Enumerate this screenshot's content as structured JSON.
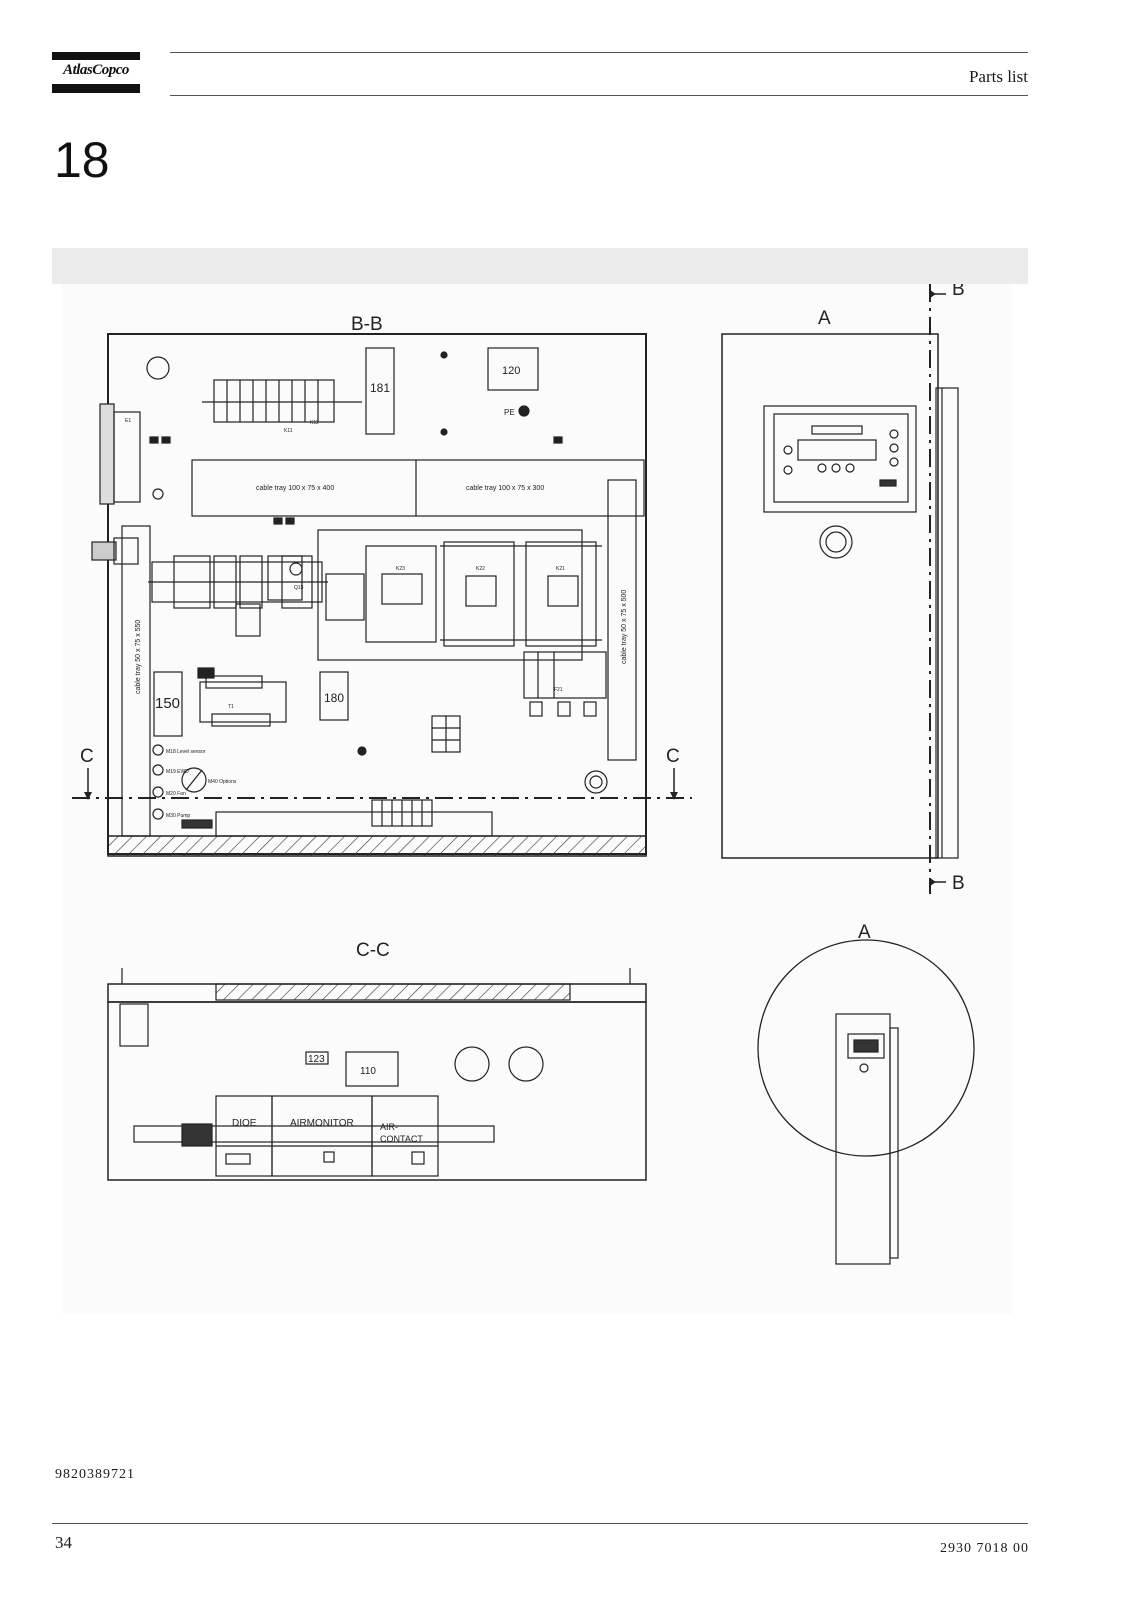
{
  "header": {
    "brand": "AtlasCopco",
    "section_title": "Parts list"
  },
  "chapter_number": "18",
  "drawing": {
    "view_bb": {
      "label": "B-B",
      "parts": {
        "p181": "181",
        "p120": "120",
        "p150": "150",
        "p180": "180",
        "pe": "PE",
        "k23": "K23",
        "k22": "K22",
        "k21": "K21",
        "f21": "F21",
        "t1": "T1",
        "e1": "E1",
        "k11": "K11",
        "k12": "K12",
        "q15": "Q15"
      },
      "cable_tray_left_top": "cable tray 100 x 75 x 400",
      "cable_tray_right_top": "cable tray 100 x 75 x 300",
      "cable_tray_left_vertical": "cable tray 50 x 75 x 550",
      "cable_tray_right_vertical": "cable tray 50 x 75 x 500",
      "legend_m18": "M18 Level sensor",
      "legend_m19": "M19 EWD",
      "legend_m40": "M40 Options",
      "legend_m20": "M20 Fan",
      "legend_m30": "M30 Pump"
    },
    "view_a": {
      "label": "A",
      "marker_b": "B"
    },
    "section_marker_c": "C",
    "view_cc": {
      "label": "C-C",
      "p123": "123",
      "p110": "110",
      "dioe": "DIOE",
      "airmonitor": "AIRMONITOR",
      "aircontact_1": "AIR-",
      "aircontact_2": "CONTACT"
    },
    "detail_a": {
      "label": "A"
    }
  },
  "footer": {
    "doc_number": "9820389721",
    "page_number": "34",
    "part_code": "2930  7018  00"
  }
}
